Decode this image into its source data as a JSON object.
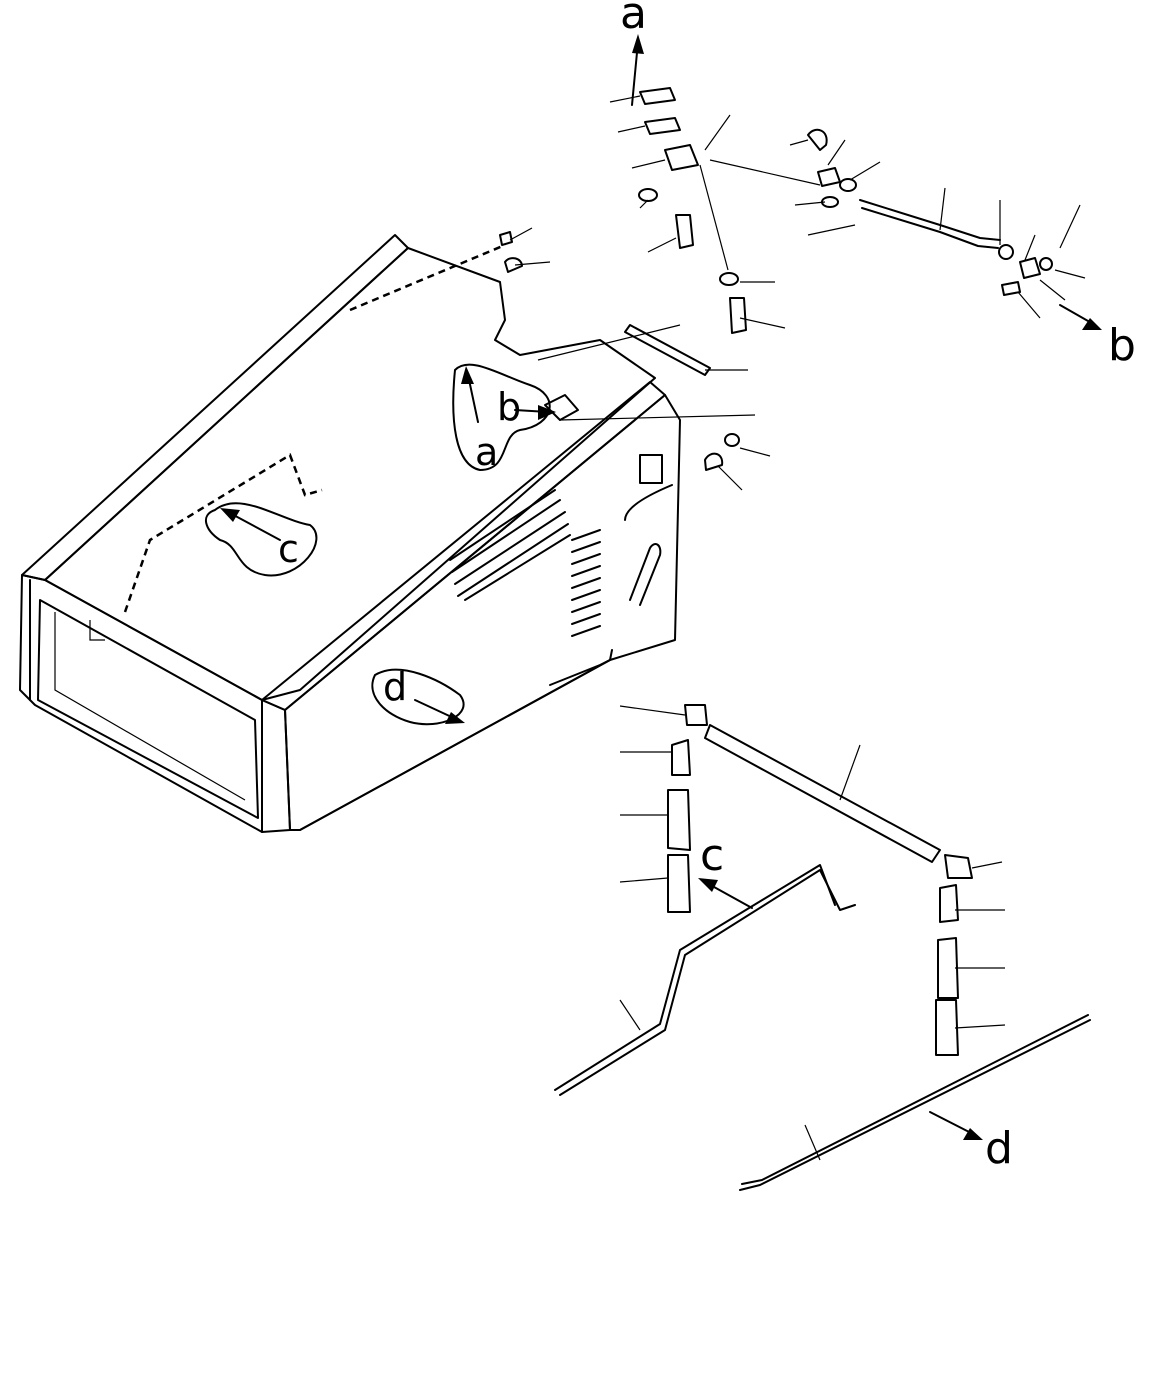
{
  "callouts": {
    "a": "a",
    "b": "b",
    "c": "c",
    "d": "d"
  },
  "colors": {
    "line": "#000000",
    "background": "#ffffff"
  }
}
